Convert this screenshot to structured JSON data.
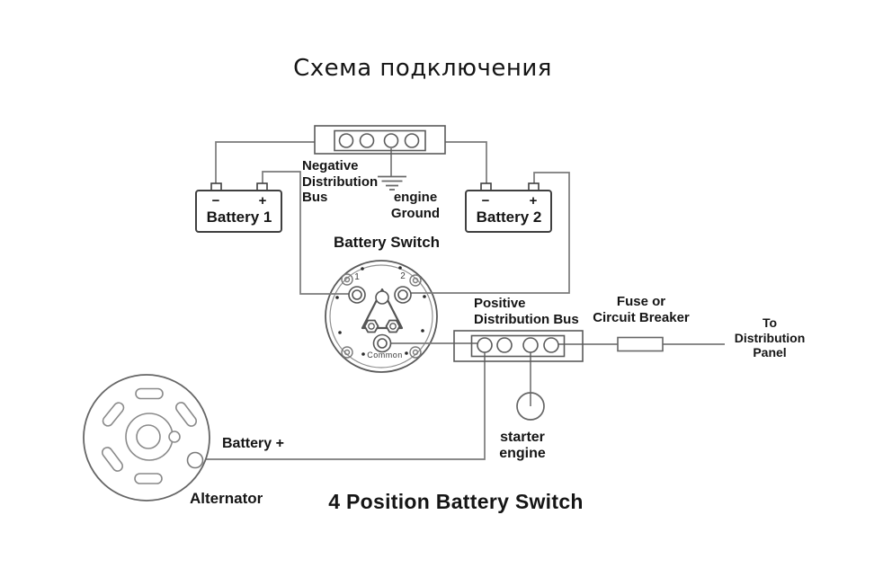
{
  "title": "Схема подключения",
  "caption": "4 Position Battery Switch",
  "colors": {
    "background": "#ffffff",
    "wire": "#7a7a7a",
    "shape_outline": "#5a5a5a",
    "battery_outline": "#3f3f3f",
    "text": "#151515"
  },
  "labels": {
    "negative_bus": {
      "line1": "Negative",
      "line2": "Distribution",
      "line3": "Bus"
    },
    "engine_ground": {
      "line1": "engine",
      "line2": "Ground"
    },
    "battery_switch": "Battery Switch",
    "positive_bus": {
      "line1": "Positive",
      "line2": "Distribution Bus"
    },
    "fuse": {
      "line1": "Fuse or",
      "line2": "Circuit Breaker"
    },
    "to_panel": {
      "line1": "To",
      "line2": "Distribution",
      "line3": "Panel"
    },
    "starter": {
      "line1": "starter",
      "line2": "engine"
    },
    "battery_plus": "Battery +",
    "alternator": "Alternator"
  },
  "battery1": {
    "name": "Battery 1",
    "minus": "−",
    "plus": "+"
  },
  "battery2": {
    "name": "Battery 2",
    "minus": "−",
    "plus": "+"
  },
  "switch": {
    "terminal1": "1",
    "terminal2": "2",
    "common": "Common"
  }
}
